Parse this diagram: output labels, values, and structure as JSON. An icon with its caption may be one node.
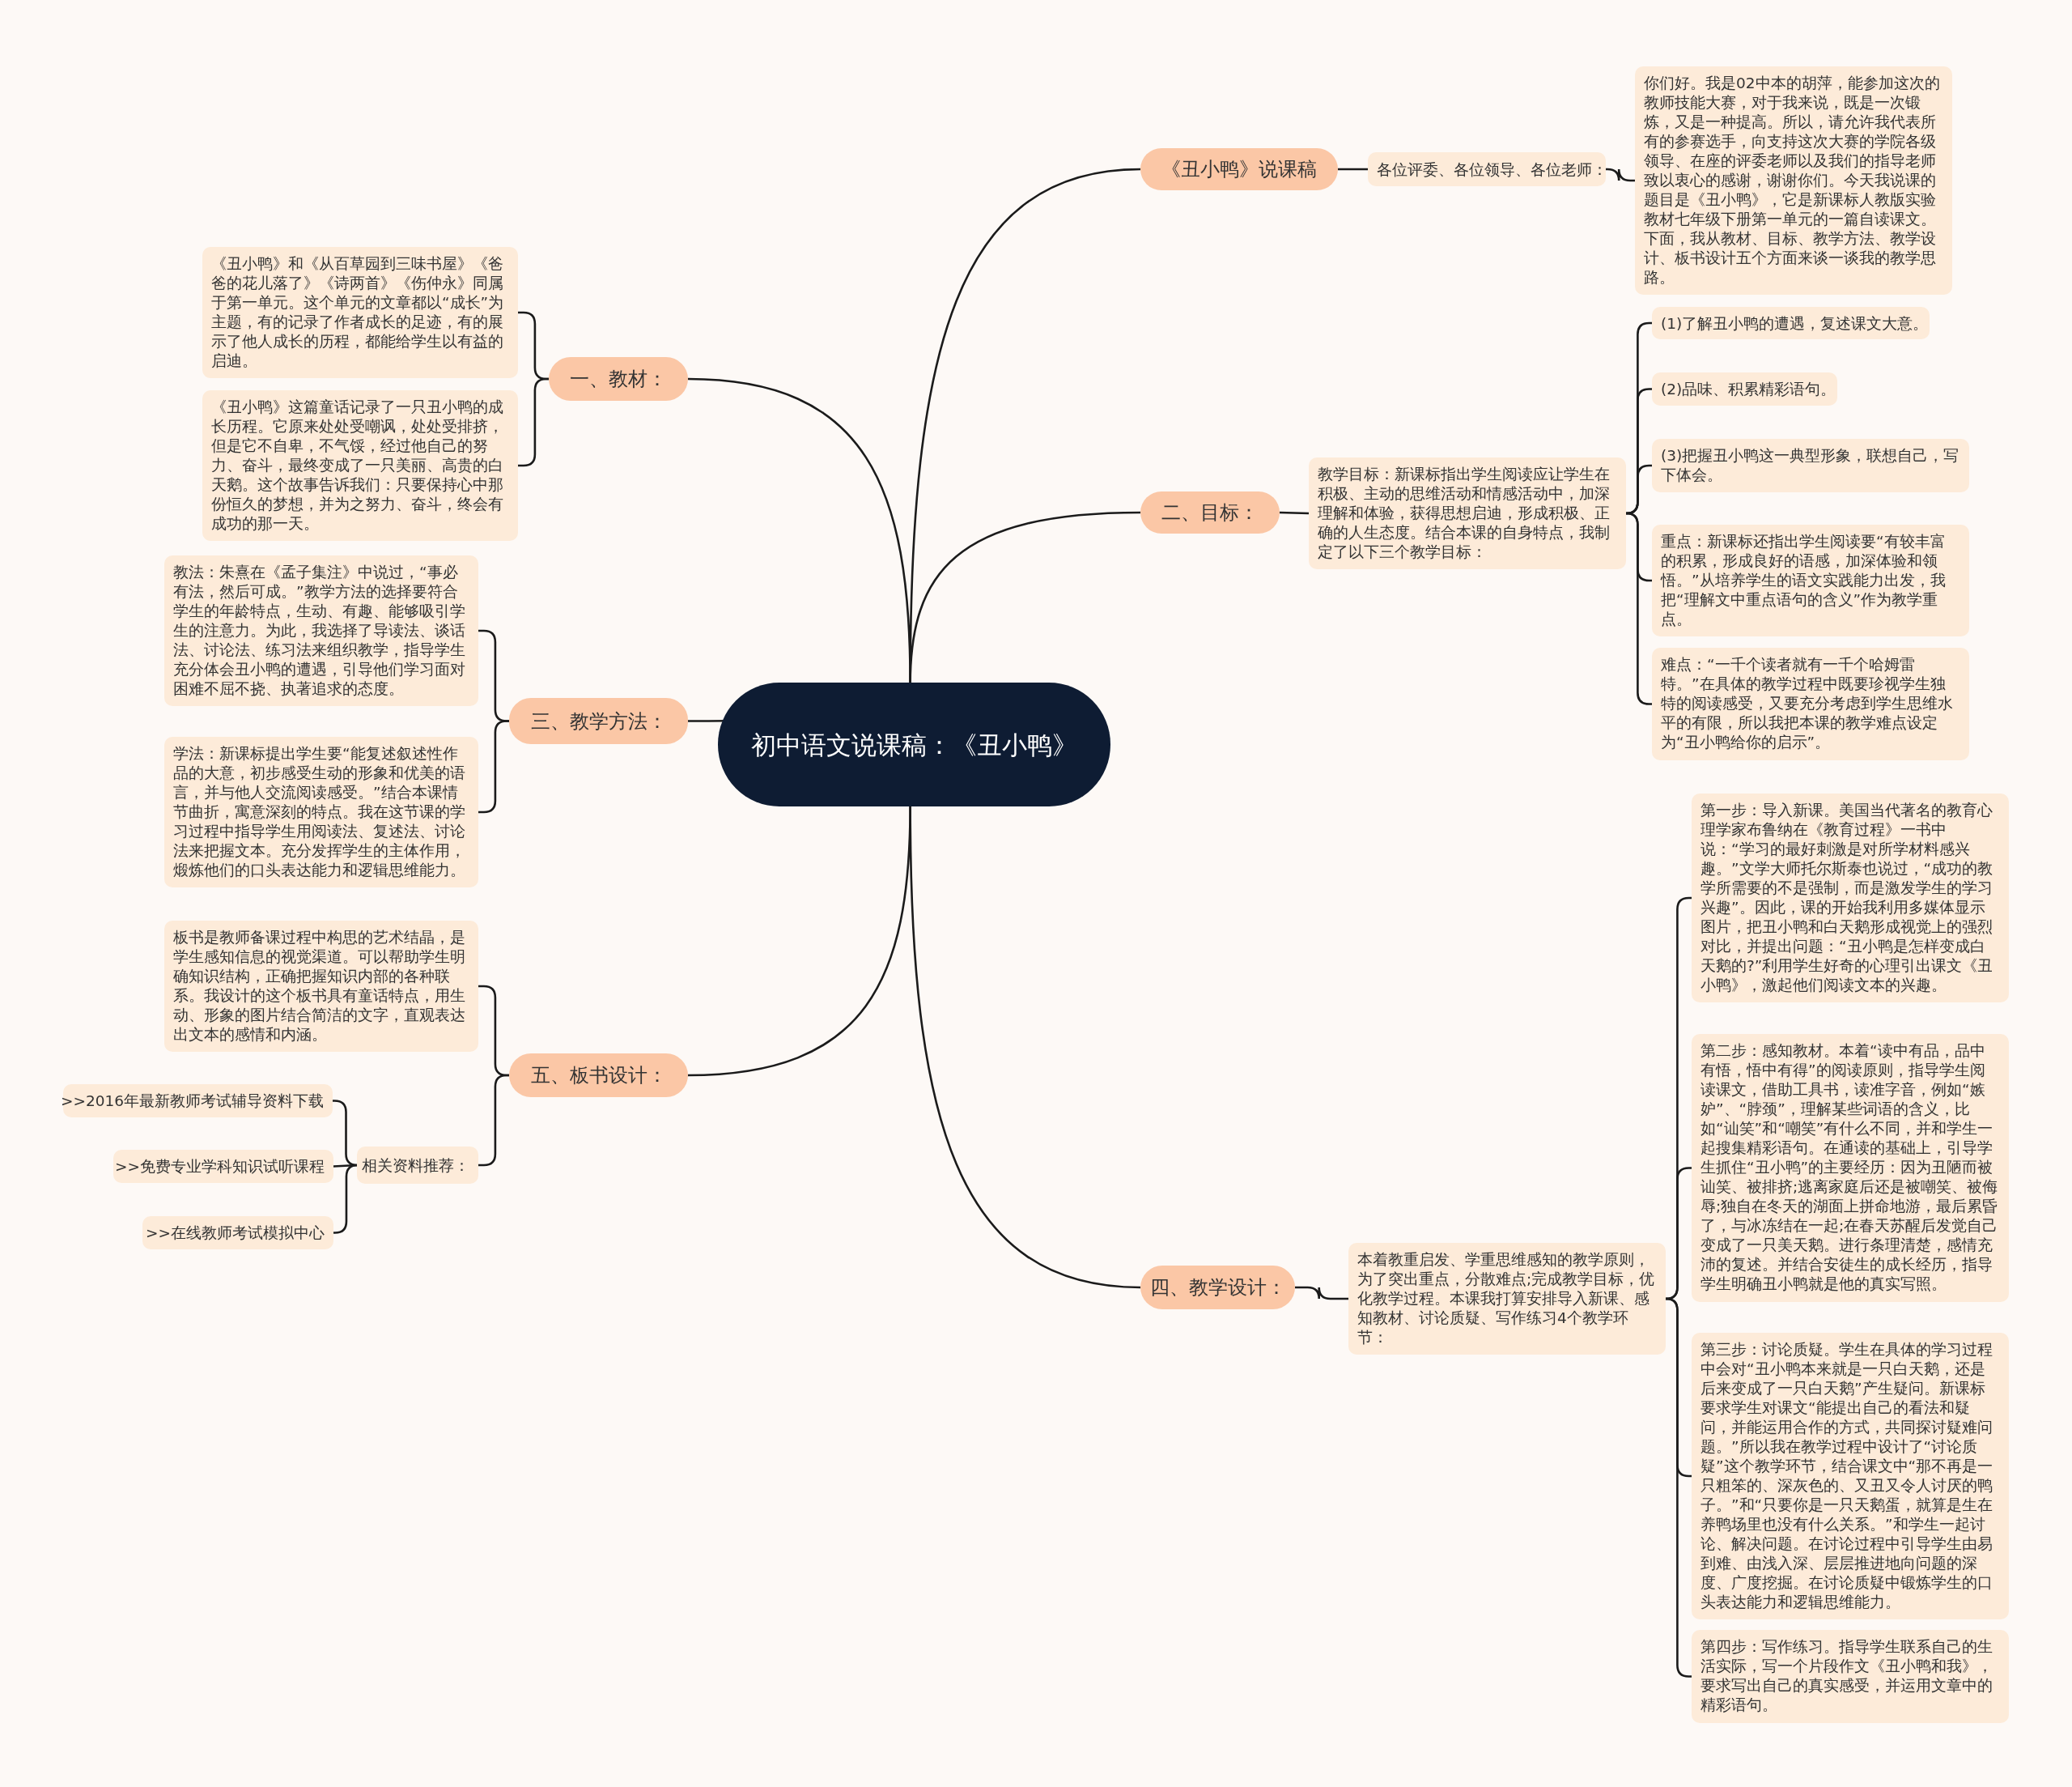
{
  "diagram": {
    "nodes": [
      {
        "text": [
          "初中语文说课稿：《丑小鸭》"
        ]
      },
      {
        "text": [
          "《丑小鸭》说课稿"
        ]
      },
      {
        "text": [
          "各位评委、各位领导、各位老师："
        ]
      },
      {
        "text": [
          "你们好。我是02中本的胡萍，能参加这次的教师技能大赛，对于我来说，既是一次锻炼，又是一种提高。所以，请允许我代表所有的参赛选手，向支持这次大赛的学院各级领导、在座的评委老师以及我们的指导老师致以衷心的感谢，谢谢你们。今天我说课的题目是《丑小鸭》，它是新课标人教版实验教材七年级下册第一单元的一篇自读课文。下面，我从教材、目标、教学方法、教学设计、板书设计五个方面来谈一谈我的教学思路。"
        ]
      },
      {
        "text": [
          "二、目标："
        ]
      },
      {
        "text": [
          "教学目标：新课标指出学生阅读应让学生在积极、主动的思维活动和情感活动中，加深理解和体验，获得思想启迪，形成积极、正确的人生态度。结合本课的自身特点，我制定了以下三个教学目标："
        ]
      },
      {
        "text": [
          "(1)了解丑小鸭的遭遇，复述课文大意。"
        ]
      },
      {
        "text": [
          "(2)品味、积累精彩语句。"
        ]
      },
      {
        "text": [
          "(3)把握丑小鸭这一典型形象，联想自己，写下体会。"
        ]
      },
      {
        "text": [
          "重点：新课标还指出学生阅读要“有较丰富的积累，形成良好的语感，加深体验和领悟。”从培养学生的语文实践能力出发，我把“理解文中重点语句的含义”作为教学重点。"
        ]
      },
      {
        "text": [
          "难点：“一千个读者就有一千个哈姆雷特。”在具体的教学过程中既要珍视学生独特的阅读感受，又要充分考虑到学生思维水平的有限，所以我把本课的教学难点设定为“丑小鸭给你的启示”。"
        ]
      },
      {
        "text": [
          "四、教学设计："
        ]
      },
      {
        "text": [
          "本着教重启发、学重思维感知的教学原则，为了突出重点，分散难点;完成教学目标，优化教学过程。本课我打算安排导入新课、感知教材、讨论质疑、写作练习4个教学环节："
        ]
      },
      {
        "text": [
          "第一步：导入新课。美国当代著名的教育心理学家布鲁纳在《教育过程》一书中说：“学习的最好刺激是对所学材料感兴趣。”文学大师托尔斯泰也说过，“成功的教学所需要的不是强制，而是激发学生的学习兴趣”。因此，课的开始我利用多媒体显示图片，把丑小鸭和白天鹅形成视觉上的强烈对比，并提出问题：“丑小鸭是怎样变成白天鹅的?”利用学生好奇的心理引出课文《丑小鸭》，激起他们阅读文本的兴趣。"
        ]
      },
      {
        "text": [
          "第二步：感知教材。本着“读中有品，品中有悟，悟中有得”的阅读原则，指导学生阅读课文，借助工具书，读准字音，例如“嫉妒”、“脖颈”，理解某些词语的含义，比如“讪笑”和“嘲笑”有什么不同，并和学生一起搜集精彩语句。在通读的基础上，引导学生抓住“丑小鸭”的主要经历：因为丑陋而被讪笑、被排挤;逃离家庭后还是被嘲笑、被侮辱;独自在冬天的湖面上拼命地游，最后累昏了，与冰冻结在一起;在春天苏醒后发觉自己变成了一只美天鹅。进行条理清楚，感情充沛的复述。并结合安徒生的成长经历，指导学生明确丑小鸭就是他的真实写照。"
        ]
      },
      {
        "text": [
          "第三步：讨论质疑。学生在具体的学习过程中会对“丑小鸭本来就是一只白天鹅，还是后来变成了一只白天鹅”产生疑问。新课标要求学生对课文“能提出自己的看法和疑问，并能运用合作的方式，共同探讨疑难问题。”所以我在教学过程中设计了“讨论质疑”这个教学环节，结合课文中“那不再是一只粗笨的、深灰色的、又丑又令人讨厌的鸭子。”和“只要你是一只天鹅蛋，就算是生在养鸭场里也没有什么关系。”和学生一起讨论、解决问题。在讨论过程中引导学生由易到难、由浅入深、层层推进地向问题的深度、广度挖掘。在讨论质疑中锻炼学生的口头表达能力和逻辑思维能力。"
        ]
      },
      {
        "text": [
          "第四步：写作练习。指导学生联系自己的生活实际，写一个片段作文《丑小鸭和我》，要求写出自己的真实感受，并运用文章中的精彩语句。"
        ]
      },
      {
        "text": [
          "一、教材："
        ]
      },
      {
        "text": [
          "《丑小鸭》和《从百草园到三味书屋》《爸爸的花儿落了》《诗两首》《伤仲永》同属于第一单元。这个单元的文章都以“成长”为主题，有的记录了作者成长的足迹，有的展示了他人成长的历程，都能给学生以有益的启迪。"
        ]
      },
      {
        "text": [
          "《丑小鸭》这篇童话记录了一只丑小鸭的成长历程。它原来处处受嘲讽，处处受排挤，但是它不自卑，不气馁，经过他自己的努力、奋斗，最终变成了一只美丽、高贵的白天鹅。这个故事告诉我们：只要保持心中那份恒久的梦想，并为之努力、奋斗，终会有成功的那一天。"
        ]
      },
      {
        "text": [
          "三、教学方法："
        ]
      },
      {
        "text": [
          "教法：朱熹在《孟子集注》中说过，“事必有法，然后可成。”教学方法的选择要符合学生的年龄特点，生动、有趣、能够吸引学生的注意力。为此，我选择了导读法、谈话法、讨论法、练习法来组织教学，指导学生充分体会丑小鸭的遭遇，引导他们学习面对困难不屈不挠、执著追求的态度。"
        ]
      },
      {
        "text": [
          "学法：新课标提出学生要“能复述叙述性作品的大意，初步感受生动的形象和优美的语言，并与他人交流阅读感受。”结合本课情节曲折，寓意深刻的特点。我在这节课的学习过程中指导学生用阅读法、复述法、讨论法来把握文本。充分发挥学生的主体作用，煅炼他们的口头表达能力和逻辑思维能力。"
        ]
      },
      {
        "text": [
          "五、板书设计："
        ]
      },
      {
        "text": [
          "板书是教师备课过程中构思的艺术结晶，是学生感知信息的视觉渠道。可以帮助学生明确知识结构，正确把握知识内部的各种联系。我设计的这个板书具有童话特点，用生动、形象的图片结合简洁的文字，直观表达出文本的感情和内涵。"
        ]
      },
      {
        "text": [
          "相关资料推荐："
        ]
      },
      {
        "text": [
          ">>2016年最新教师考试辅导资料下载"
        ]
      },
      {
        "text": [
          ">>免费专业学科知识试听课程"
        ]
      },
      {
        "text": [
          ">>在线教师考试模拟中心"
        ]
      }
    ],
    "edges": [
      {
        "from": 0,
        "to": 1,
        "arrow": "none"
      },
      {
        "from": 1,
        "to": 2,
        "arrow": "none"
      },
      {
        "from": 2,
        "to": 3,
        "arrow": "none"
      },
      {
        "from": 0,
        "to": 4,
        "arrow": "none"
      },
      {
        "from": 4,
        "to": 5,
        "arrow": "none"
      },
      {
        "from": 5,
        "to": 6,
        "arrow": "none"
      },
      {
        "from": 5,
        "to": 7,
        "arrow": "none"
      },
      {
        "from": 5,
        "to": 8,
        "arrow": "none"
      },
      {
        "from": 5,
        "to": 9,
        "arrow": "none"
      },
      {
        "from": 5,
        "to": 10,
        "arrow": "none"
      },
      {
        "from": 0,
        "to": 11,
        "arrow": "none"
      },
      {
        "from": 11,
        "to": 12,
        "arrow": "none"
      },
      {
        "from": 12,
        "to": 13,
        "arrow": "none"
      },
      {
        "from": 12,
        "to": 14,
        "arrow": "none"
      },
      {
        "from": 12,
        "to": 15,
        "arrow": "none"
      },
      {
        "from": 12,
        "to": 16,
        "arrow": "none"
      },
      {
        "from": 0,
        "to": 17,
        "arrow": "none"
      },
      {
        "from": 17,
        "to": 18,
        "arrow": "none"
      },
      {
        "from": 17,
        "to": 19,
        "arrow": "none"
      },
      {
        "from": 0,
        "to": 20,
        "arrow": "none"
      },
      {
        "from": 20,
        "to": 21,
        "arrow": "none"
      },
      {
        "from": 20,
        "to": 22,
        "arrow": "none"
      },
      {
        "from": 0,
        "to": 23,
        "arrow": "none"
      },
      {
        "from": 23,
        "to": 24,
        "arrow": "none"
      },
      {
        "from": 23,
        "to": 25,
        "arrow": "none"
      },
      {
        "from": 25,
        "to": 26,
        "arrow": "none"
      },
      {
        "from": 25,
        "to": 27,
        "arrow": "none"
      },
      {
        "from": 25,
        "to": 28,
        "arrow": "none"
      }
    ]
  }
}
